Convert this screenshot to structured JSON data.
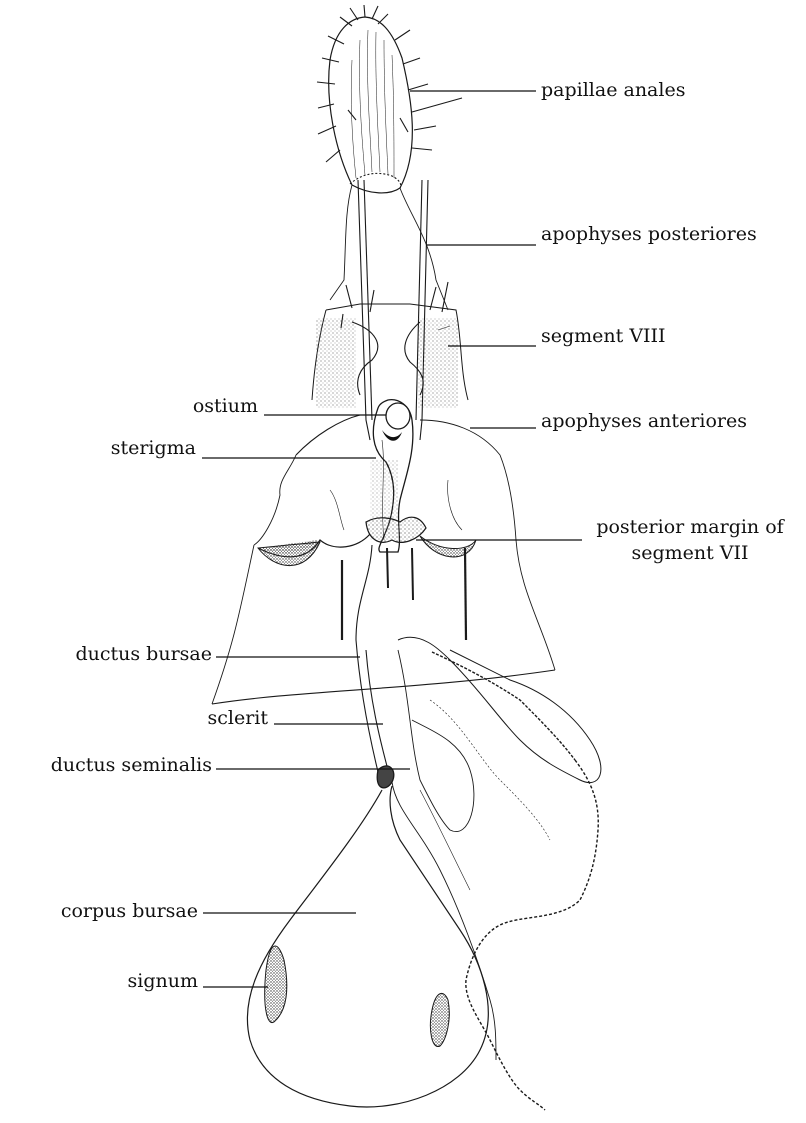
{
  "labels": {
    "papillae_anales": "papillae anales",
    "apophyses_posteriores": "apophyses posteriores",
    "segment_viii": "segment VIII",
    "ostium": "ostium",
    "apophyses_anteriores": "apophyses anteriores",
    "sterigma": "sterigma",
    "posterior_margin_line1": "posterior margin of",
    "posterior_margin_line2": "segment VII",
    "ductus_bursae": "ductus bursae",
    "sclerit": "sclerit",
    "ductus_seminalis": "ductus seminalis",
    "corpus_bursae": "corpus bursae",
    "signum": "signum"
  }
}
